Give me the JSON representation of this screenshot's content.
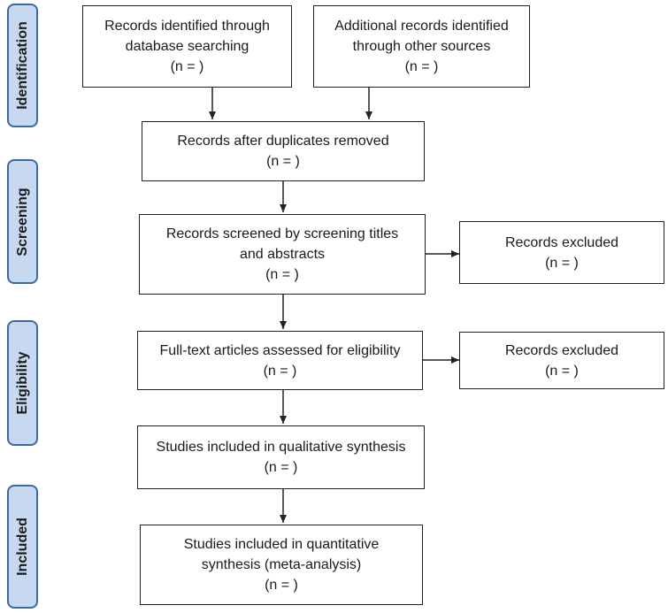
{
  "phases": {
    "identification": "Identification",
    "screening": "Screening",
    "eligibility": "Eligibility",
    "included": "Included"
  },
  "boxes": {
    "db_search": "Records identified through\ndatabase searching\n(n = )",
    "other_sources": "Additional records identified\nthrough other sources\n(n = )",
    "duplicates_removed": "Records after duplicates removed\n(n = )",
    "screened": "Records screened by screening titles\nand abstracts\n(n = )",
    "excluded_screening": "Records excluded\n(n = )",
    "full_text": "Full-text articles assessed for eligibility\n(n = )",
    "excluded_eligibility": "Records excluded\n(n = )",
    "qualitative": "Studies included in qualitative synthesis\n(n = )",
    "quantitative": "Studies included in quantitative\nsynthesis (meta-analysis)\n(n = )"
  },
  "colors": {
    "phase_fill": "#c6d9f1",
    "phase_border": "#3d6b99",
    "box_border": "#222222"
  }
}
